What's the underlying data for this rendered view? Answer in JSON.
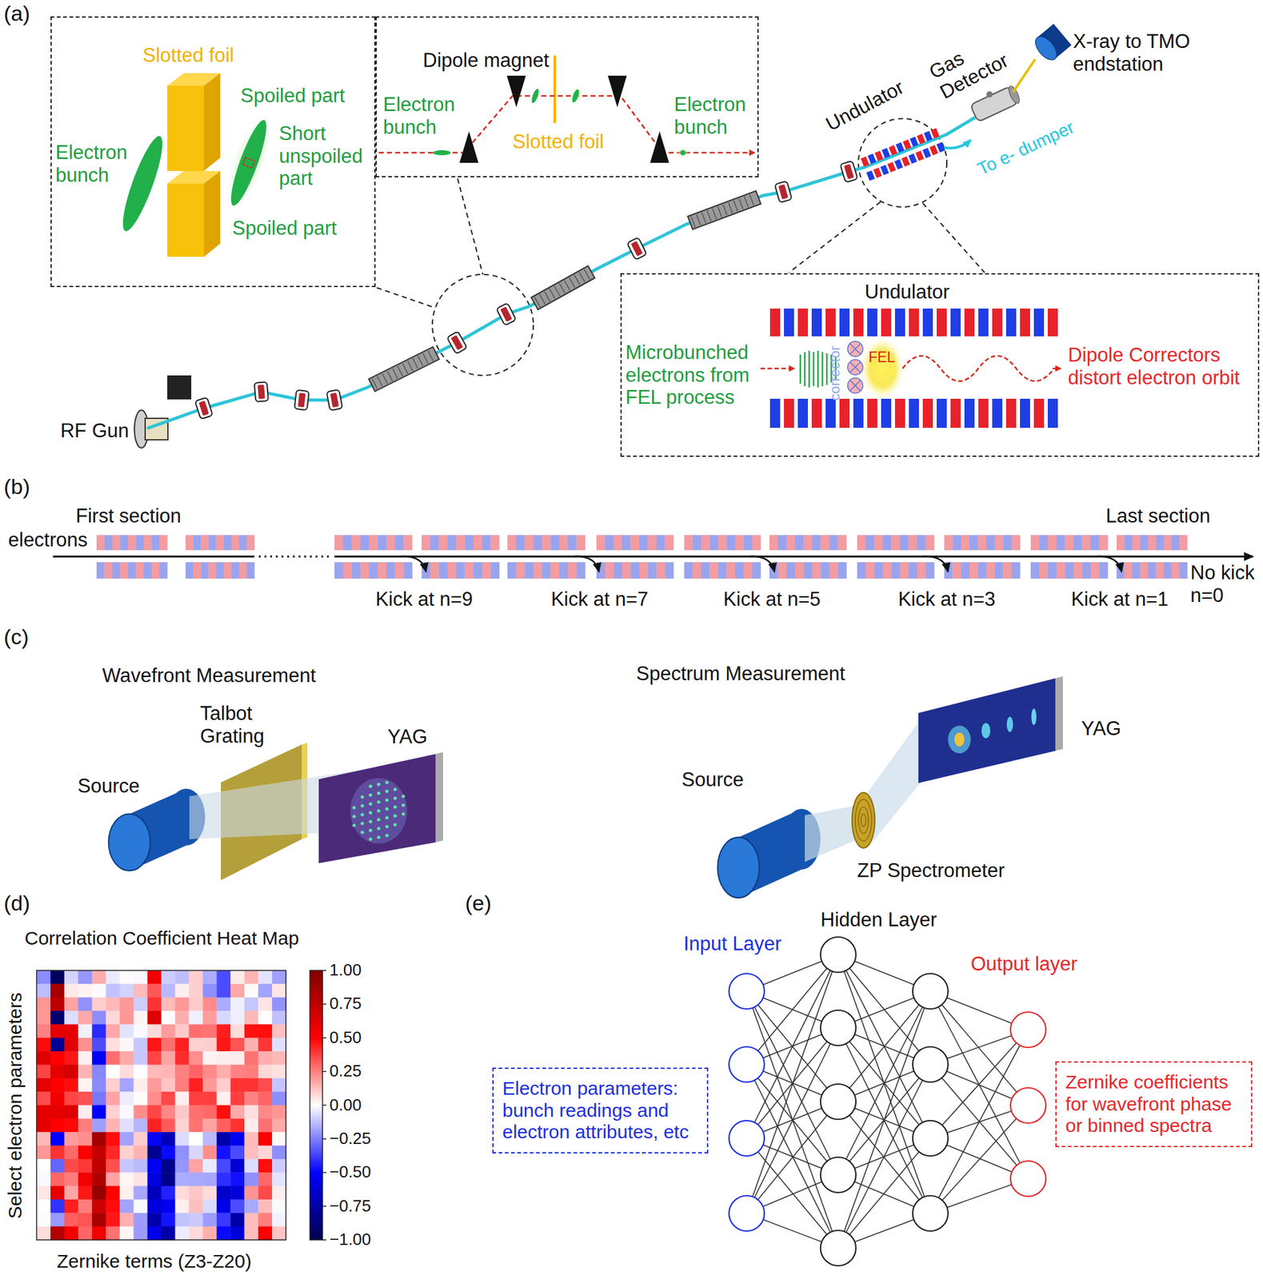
{
  "diagram": {
    "nodes": [
      {
        "text": [
          "Slotted foil",
          "Electron bunch",
          "Spoiled part",
          "Short unspoiled part",
          "Spoiled part"
        ]
      },
      {
        "text": [
          "Dipole magnet",
          "Electron bunch",
          "Slotted foil",
          "Electron bunch"
        ]
      },
      {
        "text": [
          "Undulator",
          "Microbunched electrons from FEL process",
          "corrector",
          "FEL",
          "Dipole Correctors distort electron orbit"
        ]
      },
      {
        "text": [
          "Electron parameters: bunch readings and electron attributes, etc"
        ]
      },
      {
        "text": [
          "Zernike coefficients for wavefront phase or binned spectra"
        ]
      }
    ],
    "labels": [
      "(a)",
      "RF Gun",
      "Undulator",
      "Gas Detector",
      "X-ray to TMO endstation",
      "To e- dumper",
      "(b)",
      "First section",
      "electrons",
      "Last section",
      "Kick at n=9",
      "Kick at n=7",
      "Kick at n=5",
      "Kick at n=3",
      "Kick at n=1",
      "No kick n=0",
      "(c)",
      "Wavefront Measurement",
      "Source",
      "Talbot Grating",
      "YAG",
      "Spectrum Measurement",
      "Source",
      "YAG",
      "ZP Spectrometer",
      "(d)",
      "Correlation Coefficient Heat Map",
      "Select electron parameters",
      "Zernike terms (Z3-Z20)",
      "1.00",
      "0.75",
      "0.50",
      "0.25",
      "0.00",
      "−0.25",
      "−0.50",
      "−0.75",
      "−1.00",
      "(e)",
      "Hidden Layer",
      "Input Layer",
      "Output layer"
    ]
  }
}
